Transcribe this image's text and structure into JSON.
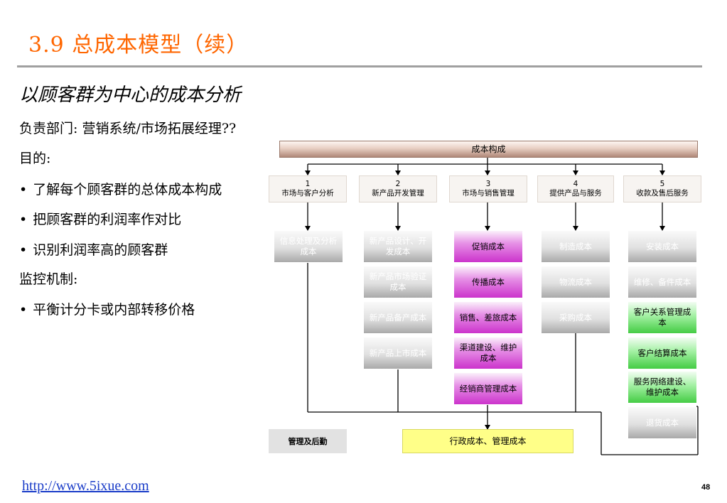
{
  "title": "3.9 总成本模型（续）",
  "subtitle": "以顾客群为中心的成本分析",
  "responsible": "负责部门: 营销系统/市场拓展经理??",
  "purpose_label": "目的:",
  "purpose_items": [
    "了解每个顾客群的总体成本构成",
    "把顾客群的利润率作对比",
    "识别利润率高的顾客群"
  ],
  "monitor_label": "监控机制:",
  "monitor_items": [
    "平衡计分卡或内部转移价格"
  ],
  "link": "http://www.5ixue.com",
  "page_number": "48",
  "diagram": {
    "root": "成本构成",
    "categories": [
      {
        "num": "1",
        "label": "市场与客户分析"
      },
      {
        "num": "2",
        "label": "新产品开发管理"
      },
      {
        "num": "3",
        "label": "市场与销售管理"
      },
      {
        "num": "4",
        "label": "提供产品与服务"
      },
      {
        "num": "5",
        "label": "收款及售后服务"
      }
    ],
    "col1": [
      "信息处理及分析成本"
    ],
    "col2": [
      "新产品设计、开发成本",
      "新产品市场验证成本",
      "新产品备产成本",
      "新产品上市成本"
    ],
    "col3": [
      "促销成本",
      "传播成本",
      "销售、差旅成本",
      "渠道建设、维护成本",
      "经销商管理成本"
    ],
    "col4": [
      "制造成本",
      "物流成本",
      "采购成本"
    ],
    "col5": [
      "安装成本",
      "维修、备件成本",
      "客户关系管理成本",
      "客户结算成本",
      "服务网络建设、维护成本",
      "退货成本"
    ],
    "mgmt_label": "管理及后勤",
    "admin_label": "行政成本、管理成本",
    "colors": {
      "highlight_purple": "#cc33cc",
      "highlight_green": "#44cc44",
      "admin_yellow": "#ffff88",
      "title_orange": "#ff6600"
    }
  }
}
